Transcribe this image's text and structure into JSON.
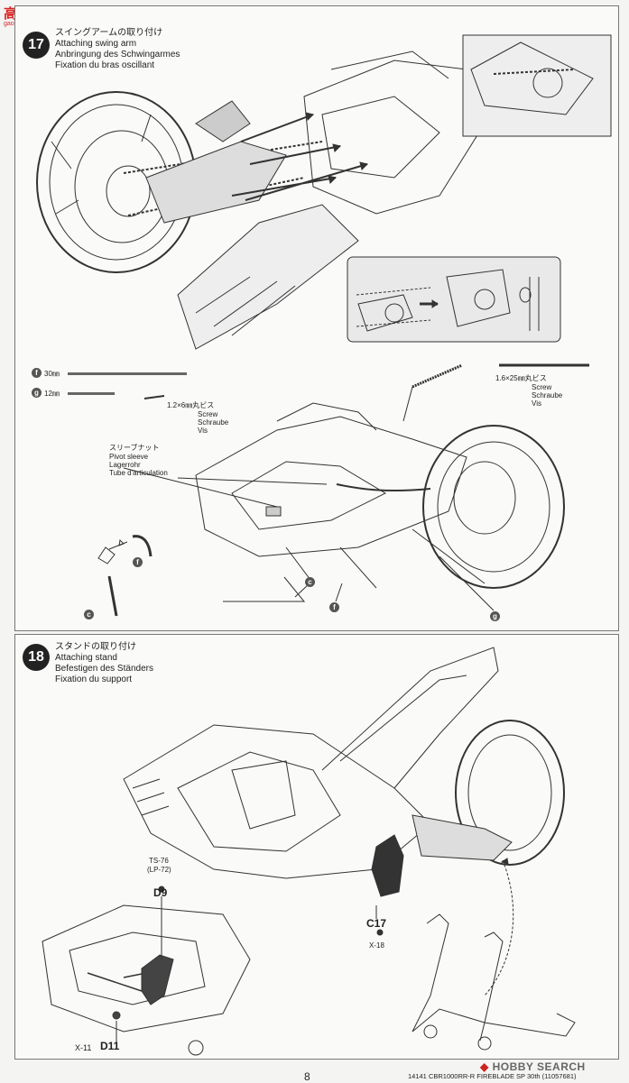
{
  "watermark": {
    "logo_text": "高手网",
    "logo_url": "gao-shou.com"
  },
  "step17": {
    "number": "17",
    "title_jp": "スイングアームの取り付け",
    "title_en": "Attaching swing arm",
    "title_de": "Anbringung des Schwingarmes",
    "title_fr": "Fixation du bras oscillant",
    "tubes": [
      {
        "letter": "f",
        "length": "30㎜"
      },
      {
        "letter": "g",
        "length": "12㎜"
      }
    ],
    "screw_small": {
      "size": "1.2×6㎜丸ビス",
      "en": "Screw",
      "de": "Schraube",
      "fr": "Vis"
    },
    "screw_long": {
      "size": "1.6×25㎜丸ビス",
      "en": "Screw",
      "de": "Schraube",
      "fr": "Vis"
    },
    "sleeve": {
      "jp": "スリーブナット",
      "en": "Pivot sleeve",
      "de": "Lagerrohr",
      "fr": "Tube d'articulation"
    },
    "markers": [
      "f",
      "c",
      "c",
      "f",
      "g"
    ]
  },
  "step18": {
    "number": "18",
    "title_jp": "スタンドの取り付け",
    "title_en": "Attaching stand",
    "title_de": "Befestigen des Ständers",
    "title_fr": "Fixation du support",
    "part_d9": {
      "ref": "TS-76",
      "paint": "(LP-72)",
      "part": "D9"
    },
    "part_c17": {
      "part": "C17",
      "paint": "X-18"
    },
    "part_d11": {
      "paint": "X-11",
      "part": "D11"
    }
  },
  "footer": {
    "page": "8",
    "product": "14141 CBR1000RR-R FIREBLADE SP 30th (11057681)",
    "source_mark": "HOBBY SEARCH"
  }
}
